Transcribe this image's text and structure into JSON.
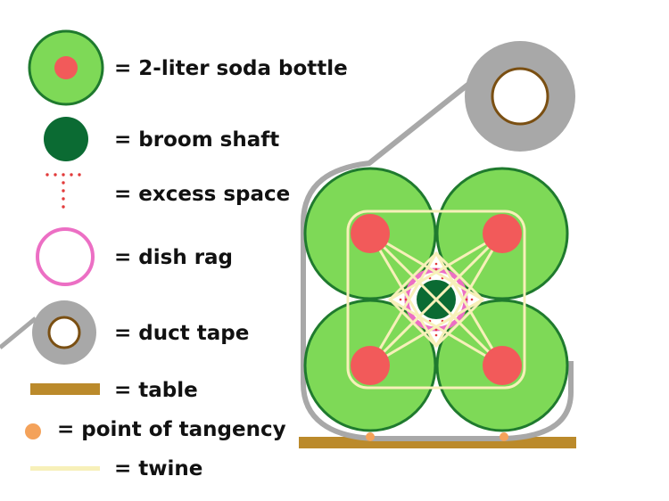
{
  "legend": {
    "soda_bottle": "= 2-liter soda bottle",
    "broom_shaft": "= broom shaft",
    "excess_space": "= excess space",
    "dish_rag": "= dish rag",
    "duct_tape": "= duct tape",
    "table": "= table",
    "point_of_tangency": "= point of tangency",
    "twine": "= twine"
  },
  "colors": {
    "bottle_fill": "#7ed957",
    "bottle_stroke": "#1f7a2e",
    "bottle_cap": "#f25a5a",
    "broom_shaft": "#0b6b33",
    "excess_space": "#e23b3b",
    "dish_rag": "#ec6fc4",
    "duct_tape": "#a8a8a8",
    "duct_tape_core": "#7a4f12",
    "table": "#bb8a2b",
    "tangency_point": "#f4a25a",
    "twine": "#f7f0b9"
  }
}
